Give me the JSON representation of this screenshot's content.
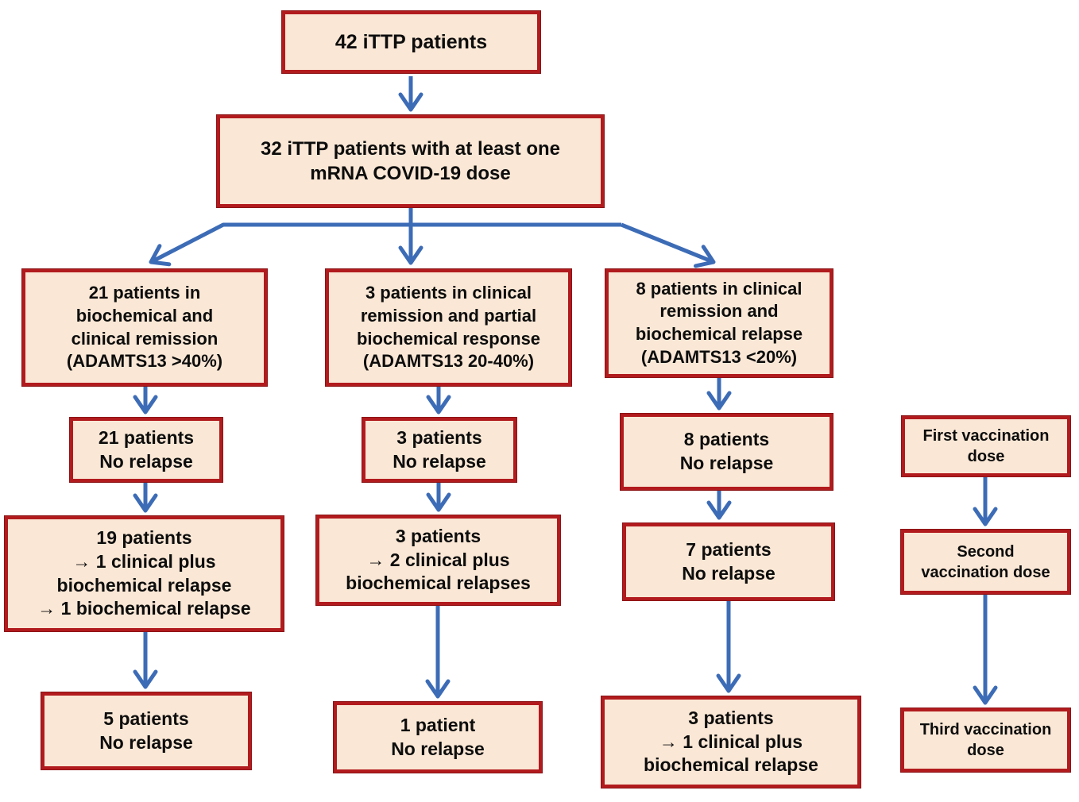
{
  "colors": {
    "box-fill": "#fae7d5",
    "box-border": "#b21b1e",
    "box-border-dark": "#8c1416",
    "arrow": "#3d6cb6",
    "text": "#0d0d0d",
    "bg": "#ffffff"
  },
  "boxes": {
    "total": "42 iTTP patients",
    "vaccinated": "32 iTTP patients with at least one\nmRNA COVID-19 dose",
    "group1": "21 patients in\nbiochemical and\nclinical remission\n(ADAMTS13 >40%)",
    "group1_dose1": "21 patients\nNo relapse",
    "group1_dose2": "19 patients\n→ 1 clinical plus\nbiochemical relapse\n→ 1 biochemical relapse",
    "group1_dose3": "5 patients\nNo relapse",
    "group2": "3 patients in clinical\nremission and partial\nbiochemical response\n(ADAMTS13 20-40%)",
    "group2_dose1": "3 patients\nNo relapse",
    "group2_dose2": "3 patients\n→ 2 clinical plus\nbiochemical relapses",
    "group2_dose3": "1 patient\nNo relapse",
    "group3": "8 patients in clinical\nremission and\nbiochemical relapse\n(ADAMTS13 <20%)",
    "group3_dose1": "8 patients\nNo relapse",
    "group3_dose2": "7 patients\nNo relapse",
    "group3_dose3": "3 patients\n→ 1 clinical plus\nbiochemical relapse",
    "legend_dose1": "First vaccination\ndose",
    "legend_dose2": "Second\nvaccination dose",
    "legend_dose3": "Third vaccination\ndose"
  }
}
